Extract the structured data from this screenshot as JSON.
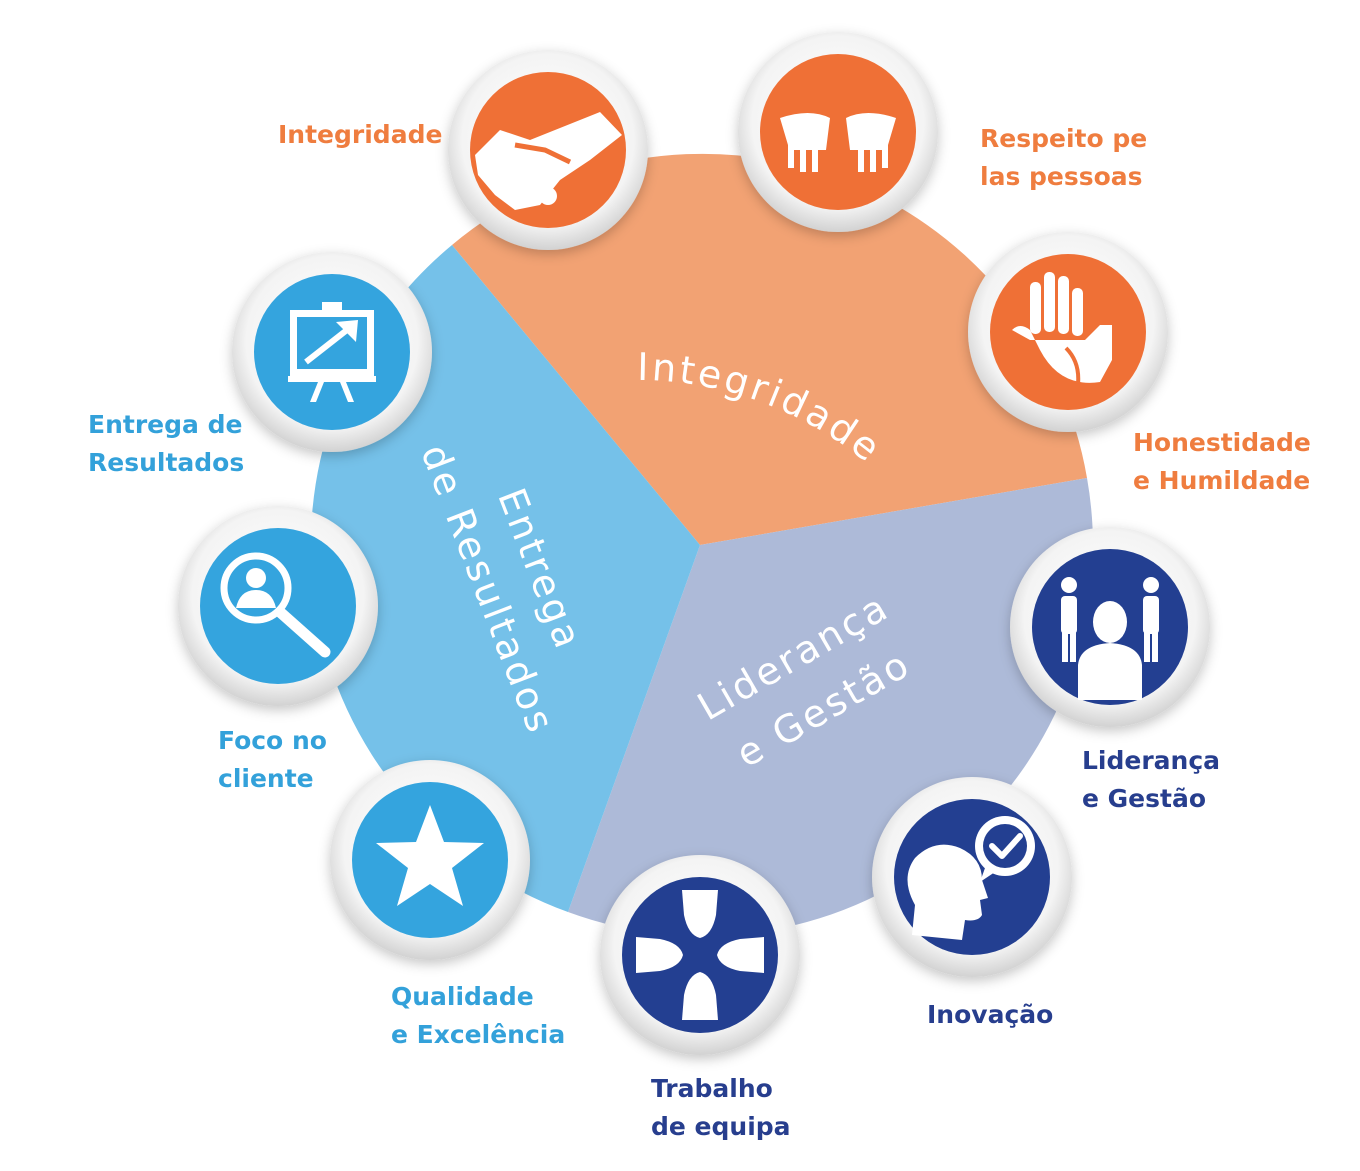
{
  "segments": [
    {
      "id": "integridade",
      "label": "Integridade",
      "color": "#f2a273"
    },
    {
      "id": "lideranca",
      "lines": [
        "Liderança",
        "e Gestão"
      ],
      "color": "#adbad8"
    },
    {
      "id": "entrega",
      "lines": [
        "Entrega",
        "de Resultados"
      ],
      "color": "#75c1e9"
    }
  ],
  "values": [
    {
      "id": "integridade",
      "lines": [
        "Integridade"
      ],
      "icon": "handshake-icon",
      "group": "integridade",
      "color": "#ef7036"
    },
    {
      "id": "respeito",
      "lines": [
        "Respeito pe",
        "las pessoas"
      ],
      "icon": "open-hands-icon",
      "group": "integridade",
      "color": "#ef7036"
    },
    {
      "id": "honestidade",
      "lines": [
        "Honestidade",
        "e Humildade"
      ],
      "icon": "raised-hands-icon",
      "group": "integridade",
      "color": "#ef7036"
    },
    {
      "id": "lideranca",
      "lines": [
        "Liderança",
        "e Gestão"
      ],
      "icon": "leader-group-icon",
      "group": "lideranca",
      "color": "#233f91"
    },
    {
      "id": "inovacao",
      "lines": [
        "Inovação"
      ],
      "icon": "head-idea-icon",
      "group": "lideranca",
      "color": "#233f91"
    },
    {
      "id": "trabalho",
      "lines": [
        "Trabalho",
        "de equipa"
      ],
      "icon": "team-hands-icon",
      "group": "lideranca",
      "color": "#233f91"
    },
    {
      "id": "qualidade",
      "lines": [
        "Qualidade",
        "e Excelência"
      ],
      "icon": "star-icon",
      "group": "entrega",
      "color": "#34a4de"
    },
    {
      "id": "foco",
      "lines": [
        "Foco no",
        "cliente"
      ],
      "icon": "magnifier-person-icon",
      "group": "entrega",
      "color": "#34a4de"
    },
    {
      "id": "entrega",
      "lines": [
        "Entrega de",
        "Resultados"
      ],
      "icon": "presentation-chart-icon",
      "group": "entrega",
      "color": "#34a4de"
    }
  ]
}
